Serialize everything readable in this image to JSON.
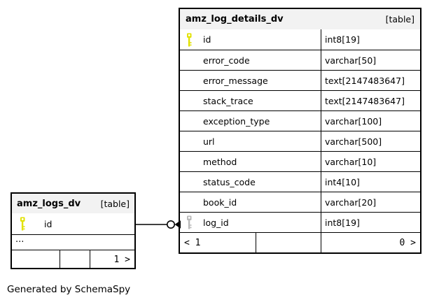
{
  "diagram": {
    "caption": "Generated by SchemaSpy",
    "colors": {
      "primary_key": "#e2e200",
      "foreign_key": "#b9b9b9",
      "header_bg": "#f2f2f2",
      "border": "#000000"
    },
    "tables": [
      {
        "name": "amz_log_details_dv",
        "tag": "[table]",
        "columns": [
          {
            "name": "id",
            "type": "int8[19]",
            "key": "primary"
          },
          {
            "name": "error_code",
            "type": "varchar[50]",
            "key": ""
          },
          {
            "name": "error_message",
            "type": "text[2147483647]",
            "key": ""
          },
          {
            "name": "stack_trace",
            "type": "text[2147483647]",
            "key": ""
          },
          {
            "name": "exception_type",
            "type": "varchar[100]",
            "key": ""
          },
          {
            "name": "url",
            "type": "varchar[500]",
            "key": ""
          },
          {
            "name": "method",
            "type": "varchar[10]",
            "key": ""
          },
          {
            "name": "status_code",
            "type": "int4[10]",
            "key": ""
          },
          {
            "name": "book_id",
            "type": "varchar[20]",
            "key": ""
          },
          {
            "name": "log_id",
            "type": "int8[19]",
            "key": "foreign"
          }
        ],
        "footer": {
          "left": "< 1",
          "middle": "",
          "right": "0 >"
        }
      },
      {
        "name": "amz_logs_dv",
        "tag": "[table]",
        "columns": [
          {
            "name": "id",
            "type": "",
            "key": "primary"
          }
        ],
        "ellipsis": "...",
        "footer": {
          "left": "",
          "middle": "",
          "right": "1 >"
        }
      }
    ],
    "relationship": {
      "from": "amz_logs_dv.id",
      "to": "amz_log_details_dv.log_id",
      "end_style": "open-circle-crow-foot"
    }
  }
}
